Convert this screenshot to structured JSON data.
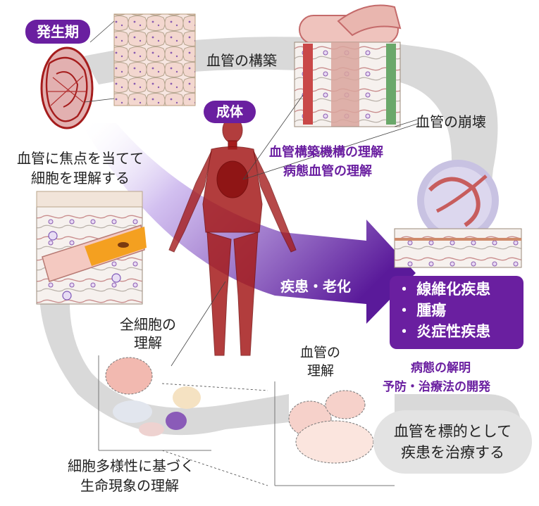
{
  "labels": {
    "developmental_stage": "発生期",
    "adult": "成体",
    "vessel_construction": "血管の構築",
    "vessel_collapse": "血管の崩壊",
    "focus_line1": "血管に焦点を当てて",
    "focus_line2": "細胞を理解する",
    "understanding_line1": "血管構築機構の理解",
    "understanding_line2": "病態血管の理解",
    "disease_aging": "疾患・老化",
    "whole_cell_line1": "全細胞の",
    "whole_cell_line2": "理解",
    "vessel_understanding_line1": "血管の",
    "vessel_understanding_line2": "理解",
    "pathology_line1": "病態の解明",
    "pathology_line2": "予防・治療法の開発",
    "treat_line1": "血管を標的として",
    "treat_line2": "疾患を治療する",
    "diversity_line1": "細胞多様性に基づく",
    "diversity_line2": "生命現象の理解"
  },
  "diseases": [
    "・ 線維化疾患",
    "・ 腫瘍",
    "・ 炎症性疾患"
  ],
  "colors": {
    "purple": "#6a1fa0",
    "vessel_red": "#a51c1c",
    "gray_band": "#d9d9d9",
    "lavender": "#c7b6e6"
  }
}
